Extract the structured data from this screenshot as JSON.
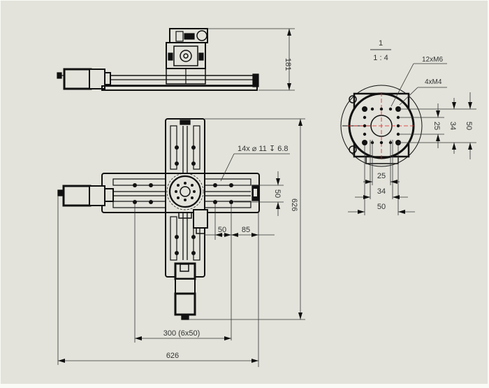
{
  "drawing": {
    "background_color": "#e3e3db",
    "line_color": "#111111",
    "dimension_color": "#333333",
    "centerline_color": "#e02020"
  },
  "top_view": {
    "height_dimension": "181"
  },
  "plan_view": {
    "hole_callout": "14x ⌀ 11 ↧ 6.8",
    "dim_vertical_overall": "626",
    "dim_hole_spacing_vertical": "50",
    "dim_hole_offset_1": "50",
    "dim_hole_offset_2": "85",
    "dim_hole_pattern": "300 (6x50)",
    "dim_horizontal_overall": "626"
  },
  "detail_view": {
    "scale_numerator": "1",
    "scale_label": "1 : 4",
    "callout_m6": "12xM6",
    "callout_m4": "4xM4",
    "dims_vertical": [
      "25",
      "34",
      "50"
    ],
    "dims_horizontal": [
      "25",
      "34",
      "50"
    ]
  }
}
